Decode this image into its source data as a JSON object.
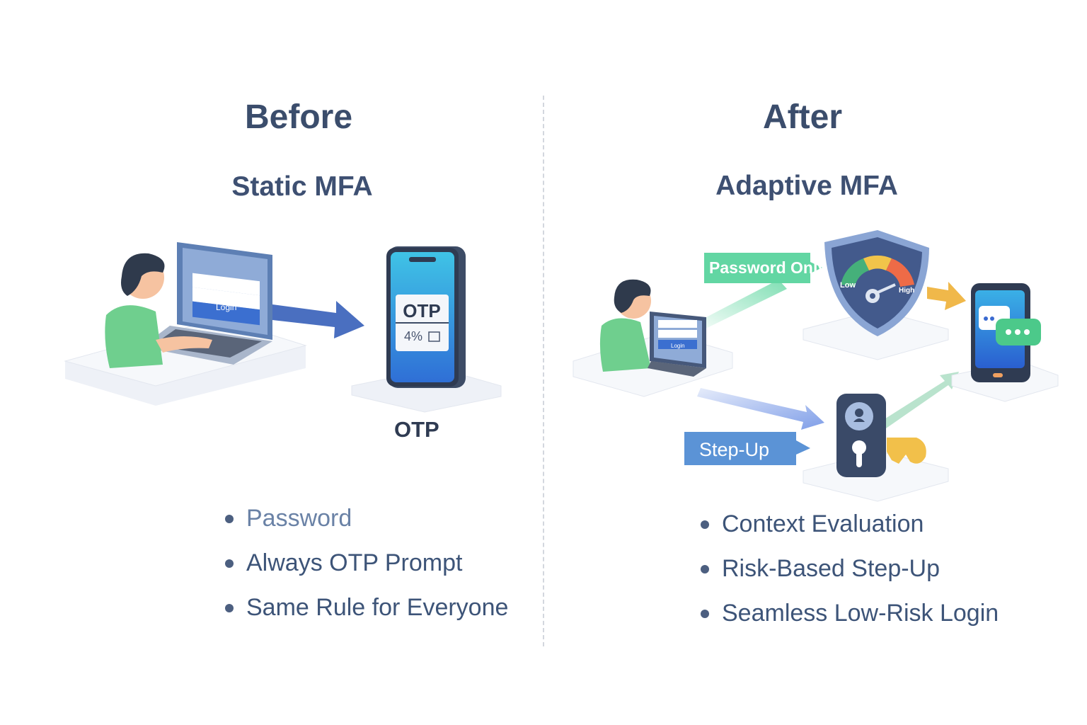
{
  "before": {
    "title": "Before",
    "subtitle": "Static MFA",
    "laptop_button": "Login",
    "phone_label": "OTP",
    "phone_code": "4%",
    "otp_caption": "OTP",
    "bullets": [
      "Password",
      "Always OTP Prompt",
      "Same Rule for Everyone"
    ]
  },
  "after": {
    "title": "After",
    "subtitle": "Adaptive MFA",
    "laptop_button": "Login",
    "password_only_label": "Password Only",
    "step_up_label": "Step-Up",
    "gauge_low": "Low",
    "gauge_high": "High",
    "bullets": [
      "Context Evaluation",
      "Risk-Based Step-Up",
      "Seamless Low-Risk Login"
    ]
  },
  "colors": {
    "heading": "#3b4d6c",
    "accent_blue": "#4a78c8",
    "green_label": "#5fd6a0",
    "step_up_blue": "#5b93d6",
    "person_shirt": "#6fcf8e",
    "key_gold": "#f2c04a"
  }
}
